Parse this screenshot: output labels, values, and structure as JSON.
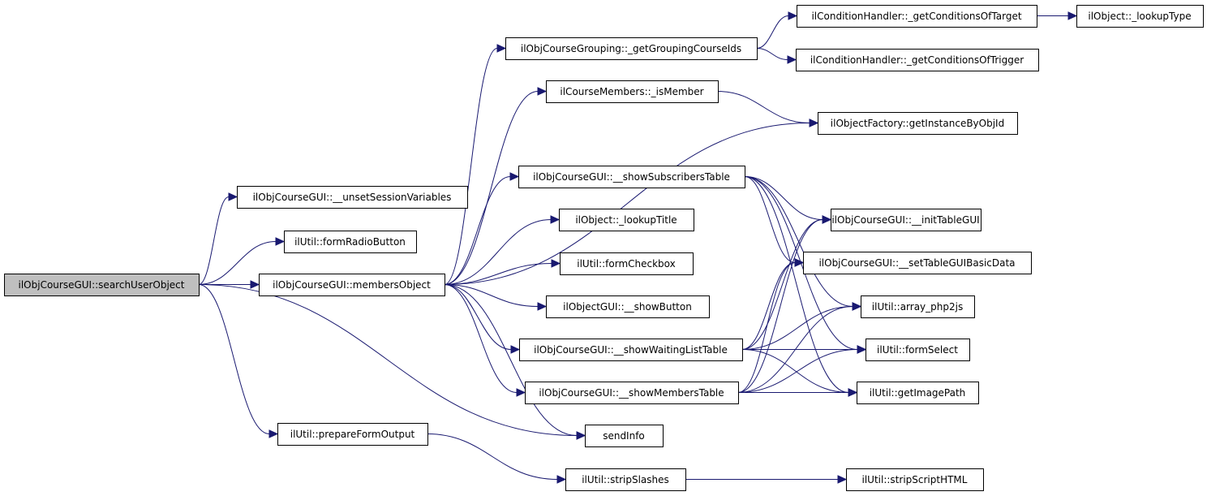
{
  "title": "Call graph: ilObjCourseGUI::searchUserObject",
  "colors": {
    "edge": "#191970",
    "root_fill": "#bfbfbf",
    "node_fill": "#ffffff",
    "node_border": "#000000"
  },
  "nodes": [
    {
      "id": "searchUserObject",
      "label": "ilObjCourseGUI::searchUserObject",
      "root": true
    },
    {
      "id": "unsetSessionVariables",
      "label": "ilObjCourseGUI::__unsetSessionVariables"
    },
    {
      "id": "formRadioButton",
      "label": "ilUtil::formRadioButton"
    },
    {
      "id": "membersObject",
      "label": "ilObjCourseGUI::membersObject"
    },
    {
      "id": "prepareFormOutput",
      "label": "ilUtil::prepareFormOutput"
    },
    {
      "id": "getGroupingCourseIds",
      "label": "ilObjCourseGrouping::_getGroupingCourseIds"
    },
    {
      "id": "isMember",
      "label": "ilCourseMembers::_isMember"
    },
    {
      "id": "showSubscribersTable",
      "label": "ilObjCourseGUI::__showSubscribersTable"
    },
    {
      "id": "lookupTitle",
      "label": "ilObject::_lookupTitle"
    },
    {
      "id": "formCheckbox",
      "label": "ilUtil::formCheckbox"
    },
    {
      "id": "showButton",
      "label": "ilObjectGUI::__showButton"
    },
    {
      "id": "showWaitingListTable",
      "label": "ilObjCourseGUI::__showWaitingListTable"
    },
    {
      "id": "showMembersTable",
      "label": "ilObjCourseGUI::__showMembersTable"
    },
    {
      "id": "sendInfo",
      "label": "sendInfo"
    },
    {
      "id": "stripSlashes",
      "label": "ilUtil::stripSlashes"
    },
    {
      "id": "getConditionsOfTarget",
      "label": "ilConditionHandler::_getConditionsOfTarget"
    },
    {
      "id": "getConditionsOfTrigger",
      "label": "ilConditionHandler::_getConditionsOfTrigger"
    },
    {
      "id": "getInstanceByObjId",
      "label": "ilObjectFactory::getInstanceByObjId"
    },
    {
      "id": "initTableGUI",
      "label": "ilObjCourseGUI::__initTableGUI"
    },
    {
      "id": "setTableGUIBasicData",
      "label": "ilObjCourseGUI::__setTableGUIBasicData"
    },
    {
      "id": "array_php2js",
      "label": "ilUtil::array_php2js"
    },
    {
      "id": "formSelect",
      "label": "ilUtil::formSelect"
    },
    {
      "id": "getImagePath",
      "label": "ilUtil::getImagePath"
    },
    {
      "id": "stripScriptHTML",
      "label": "ilUtil::stripScriptHTML"
    },
    {
      "id": "lookupType",
      "label": "ilObject::_lookupType"
    }
  ],
  "edges": [
    {
      "from": "searchUserObject",
      "to": "unsetSessionVariables"
    },
    {
      "from": "searchUserObject",
      "to": "formRadioButton"
    },
    {
      "from": "searchUserObject",
      "to": "membersObject"
    },
    {
      "from": "searchUserObject",
      "to": "sendInfo"
    },
    {
      "from": "searchUserObject",
      "to": "prepareFormOutput"
    },
    {
      "from": "membersObject",
      "to": "getGroupingCourseIds"
    },
    {
      "from": "membersObject",
      "to": "isMember"
    },
    {
      "from": "membersObject",
      "to": "getInstanceByObjId"
    },
    {
      "from": "membersObject",
      "to": "showSubscribersTable"
    },
    {
      "from": "membersObject",
      "to": "lookupTitle"
    },
    {
      "from": "membersObject",
      "to": "formCheckbox"
    },
    {
      "from": "membersObject",
      "to": "showButton"
    },
    {
      "from": "membersObject",
      "to": "showWaitingListTable"
    },
    {
      "from": "membersObject",
      "to": "showMembersTable"
    },
    {
      "from": "membersObject",
      "to": "sendInfo"
    },
    {
      "from": "getGroupingCourseIds",
      "to": "getConditionsOfTarget"
    },
    {
      "from": "getGroupingCourseIds",
      "to": "getConditionsOfTrigger"
    },
    {
      "from": "getConditionsOfTarget",
      "to": "lookupType"
    },
    {
      "from": "isMember",
      "to": "getInstanceByObjId"
    },
    {
      "from": "showSubscribersTable",
      "to": "initTableGUI"
    },
    {
      "from": "showSubscribersTable",
      "to": "setTableGUIBasicData"
    },
    {
      "from": "showSubscribersTable",
      "to": "array_php2js"
    },
    {
      "from": "showSubscribersTable",
      "to": "formSelect"
    },
    {
      "from": "showSubscribersTable",
      "to": "getImagePath"
    },
    {
      "from": "showWaitingListTable",
      "to": "initTableGUI"
    },
    {
      "from": "showWaitingListTable",
      "to": "setTableGUIBasicData"
    },
    {
      "from": "showWaitingListTable",
      "to": "array_php2js"
    },
    {
      "from": "showWaitingListTable",
      "to": "formSelect"
    },
    {
      "from": "showWaitingListTable",
      "to": "getImagePath"
    },
    {
      "from": "showMembersTable",
      "to": "initTableGUI"
    },
    {
      "from": "showMembersTable",
      "to": "setTableGUIBasicData"
    },
    {
      "from": "showMembersTable",
      "to": "array_php2js"
    },
    {
      "from": "showMembersTable",
      "to": "formSelect"
    },
    {
      "from": "showMembersTable",
      "to": "getImagePath"
    },
    {
      "from": "prepareFormOutput",
      "to": "stripSlashes"
    },
    {
      "from": "stripSlashes",
      "to": "stripScriptHTML"
    }
  ]
}
